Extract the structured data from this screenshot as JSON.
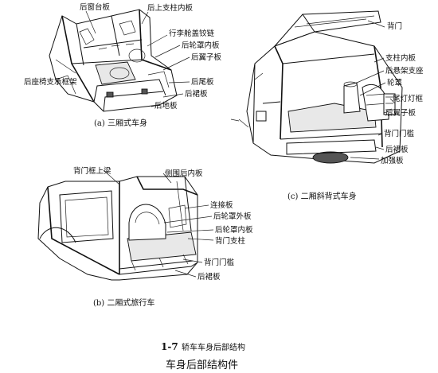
{
  "figure_a": {
    "caption": "(a) 三厢式车身",
    "labels": {
      "rear_shelf": "后窗台板",
      "rear_upper_pillar_inner": "后上支柱内板",
      "trunk_hinge": "行李舱盖铰链",
      "rear_wheelhouse_inner": "后轮罩内板",
      "rear_quarter": "后翼子板",
      "seat_support": "后座椅支承框架",
      "rear_end_panel": "后尾板",
      "rear_valance": "后裙板",
      "rear_floor": "后地板"
    }
  },
  "figure_b": {
    "caption": "(b) 二厢式旅行车",
    "labels": {
      "back_door_upper_beam": "背门框上梁",
      "side_rear_inner": "侧围后内板",
      "connecting_plate": "连接板",
      "rear_wheelhouse_outer": "后轮罩外板",
      "rear_wheelhouse_inner": "后轮罩内板",
      "back_door_pillar": "背门支柱",
      "back_door_sill": "背门门槛",
      "rear_valance": "后裙板"
    }
  },
  "figure_c": {
    "caption": "(c) 二厢斜背式车身",
    "labels": {
      "back_door": "背门",
      "pillar_inner": "支柱内板",
      "rear_suspension_mount": "后悬架支座",
      "wheelhouse": "轮罩",
      "tail_lamp_frame": "尾灯灯框",
      "rear_quarter": "后翼子板",
      "back_door_sill": "背门门槛",
      "rear_valance": "后裙板",
      "reinforcement": "加强板"
    }
  },
  "figure_number": "1-7",
  "figure_title": "轿车车身后部结构",
  "page_title": "车身后部结构件"
}
